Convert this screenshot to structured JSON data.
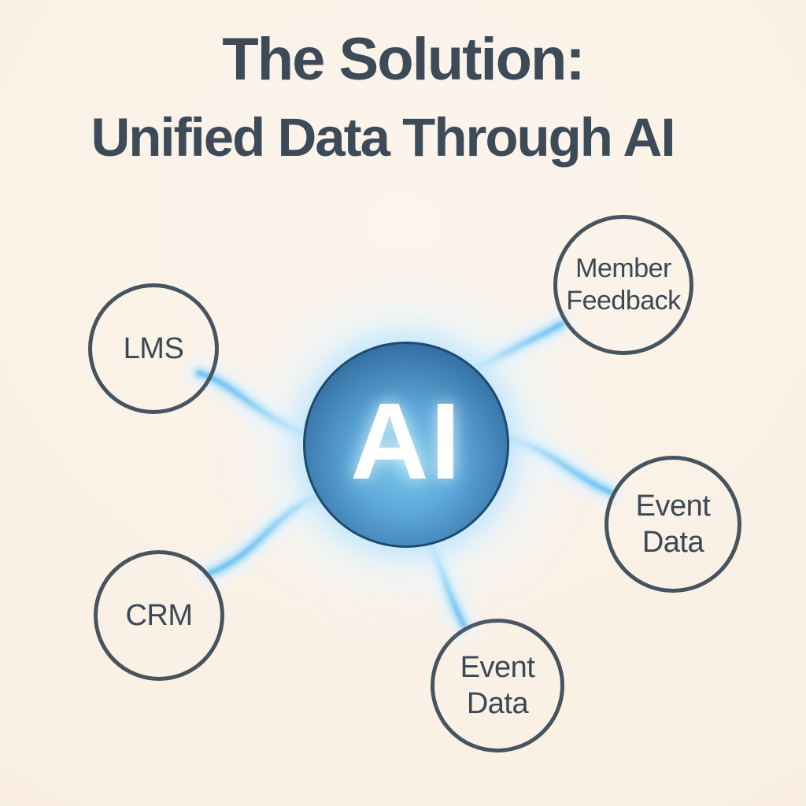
{
  "title": {
    "line1": "The Solution:",
    "line2": "Unified Data Through AI"
  },
  "diagram": {
    "center_node": {
      "id": "ai",
      "label": "AI"
    },
    "nodes": [
      {
        "id": "lms",
        "label": "LMS",
        "lines": [
          "LMS"
        ]
      },
      {
        "id": "member-feedback",
        "label": "Member Feedback",
        "lines": [
          "Member",
          "Feedback"
        ]
      },
      {
        "id": "event-data-right",
        "label": "Event Data",
        "lines": [
          "Event",
          "Data"
        ]
      },
      {
        "id": "event-data-bottom",
        "label": "Event Data",
        "lines": [
          "Event",
          "Data"
        ]
      },
      {
        "id": "crm",
        "label": "CRM",
        "lines": [
          "CRM"
        ]
      }
    ],
    "connections": [
      "AI-LMS",
      "AI-Member Feedback",
      "AI-Event Data (right)",
      "AI-Event Data (bottom)",
      "AI-CRM"
    ]
  },
  "colors": {
    "background": "#faf0e4",
    "title_text": "#3d4a57",
    "node_outline": "#46545f",
    "node_label": "#3b4855",
    "ai_gradient_inner": "#7ecbee",
    "ai_gradient_outer": "#27598b",
    "ai_label": "#ffffff",
    "connector_core": "#79c6f1",
    "connector_mid": "#a4daf7",
    "connector_glow": "#ddf0fc"
  }
}
